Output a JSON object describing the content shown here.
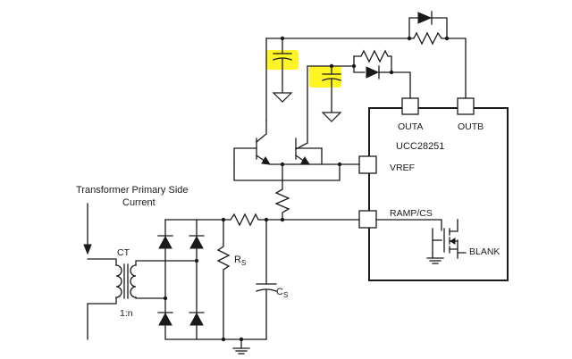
{
  "title": "",
  "labels": {
    "transformer_line1": "Transformer Primary Side",
    "transformer_line2": "Current",
    "ct": "CT",
    "ratio": "1:n",
    "rs_main": "R",
    "rs_sub": "S",
    "cs_main": "C",
    "cs_sub": "S",
    "ic_name": "UCC28251",
    "pin_outa": "OUTA",
    "pin_outb": "OUTB",
    "pin_vref": "VREF",
    "pin_ramp": "RAMP/CS",
    "blank": "BLANK"
  },
  "colors": {
    "wire": "#1a1a1a",
    "highlight": "#fff200",
    "background": "#ffffff"
  }
}
